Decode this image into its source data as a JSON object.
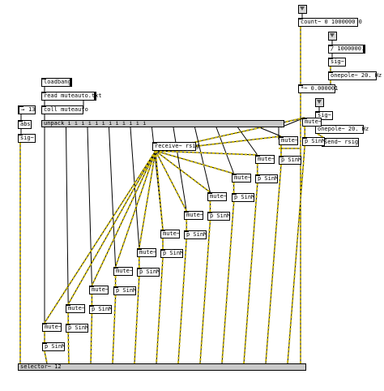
{
  "patch": {
    "count_obj": "count~ 0 1000000 0",
    "div_msg": "/ 1000000.",
    "sig_top": "sig~",
    "onepole_top": "onepole~ 20. Hz",
    "mul_obj": "*~ 0.000001",
    "sig_mid": "sig~",
    "onepole_mid": "onepole~ 20. Hz",
    "send_obj": "send~ rsig",
    "loadbang": "loadbang",
    "read_msg": "read muteauto.txt",
    "num_13": "13",
    "coll_obj": "coll muteauto",
    "abs_obj": "abs",
    "sig_left": "sig~",
    "unpack_obj": "unpack i i i i i i i i i i i i",
    "receive_obj": "receive~ rsig",
    "mute_label": "mute~",
    "psin_label": "p SinM",
    "selector_obj": "selector~ 12"
  },
  "colors": {
    "patchcord_signal": "#c8b400",
    "patchcord_control": "#000000",
    "object_fill": "#ffffff",
    "bar_fill": "#c8c8c8"
  }
}
